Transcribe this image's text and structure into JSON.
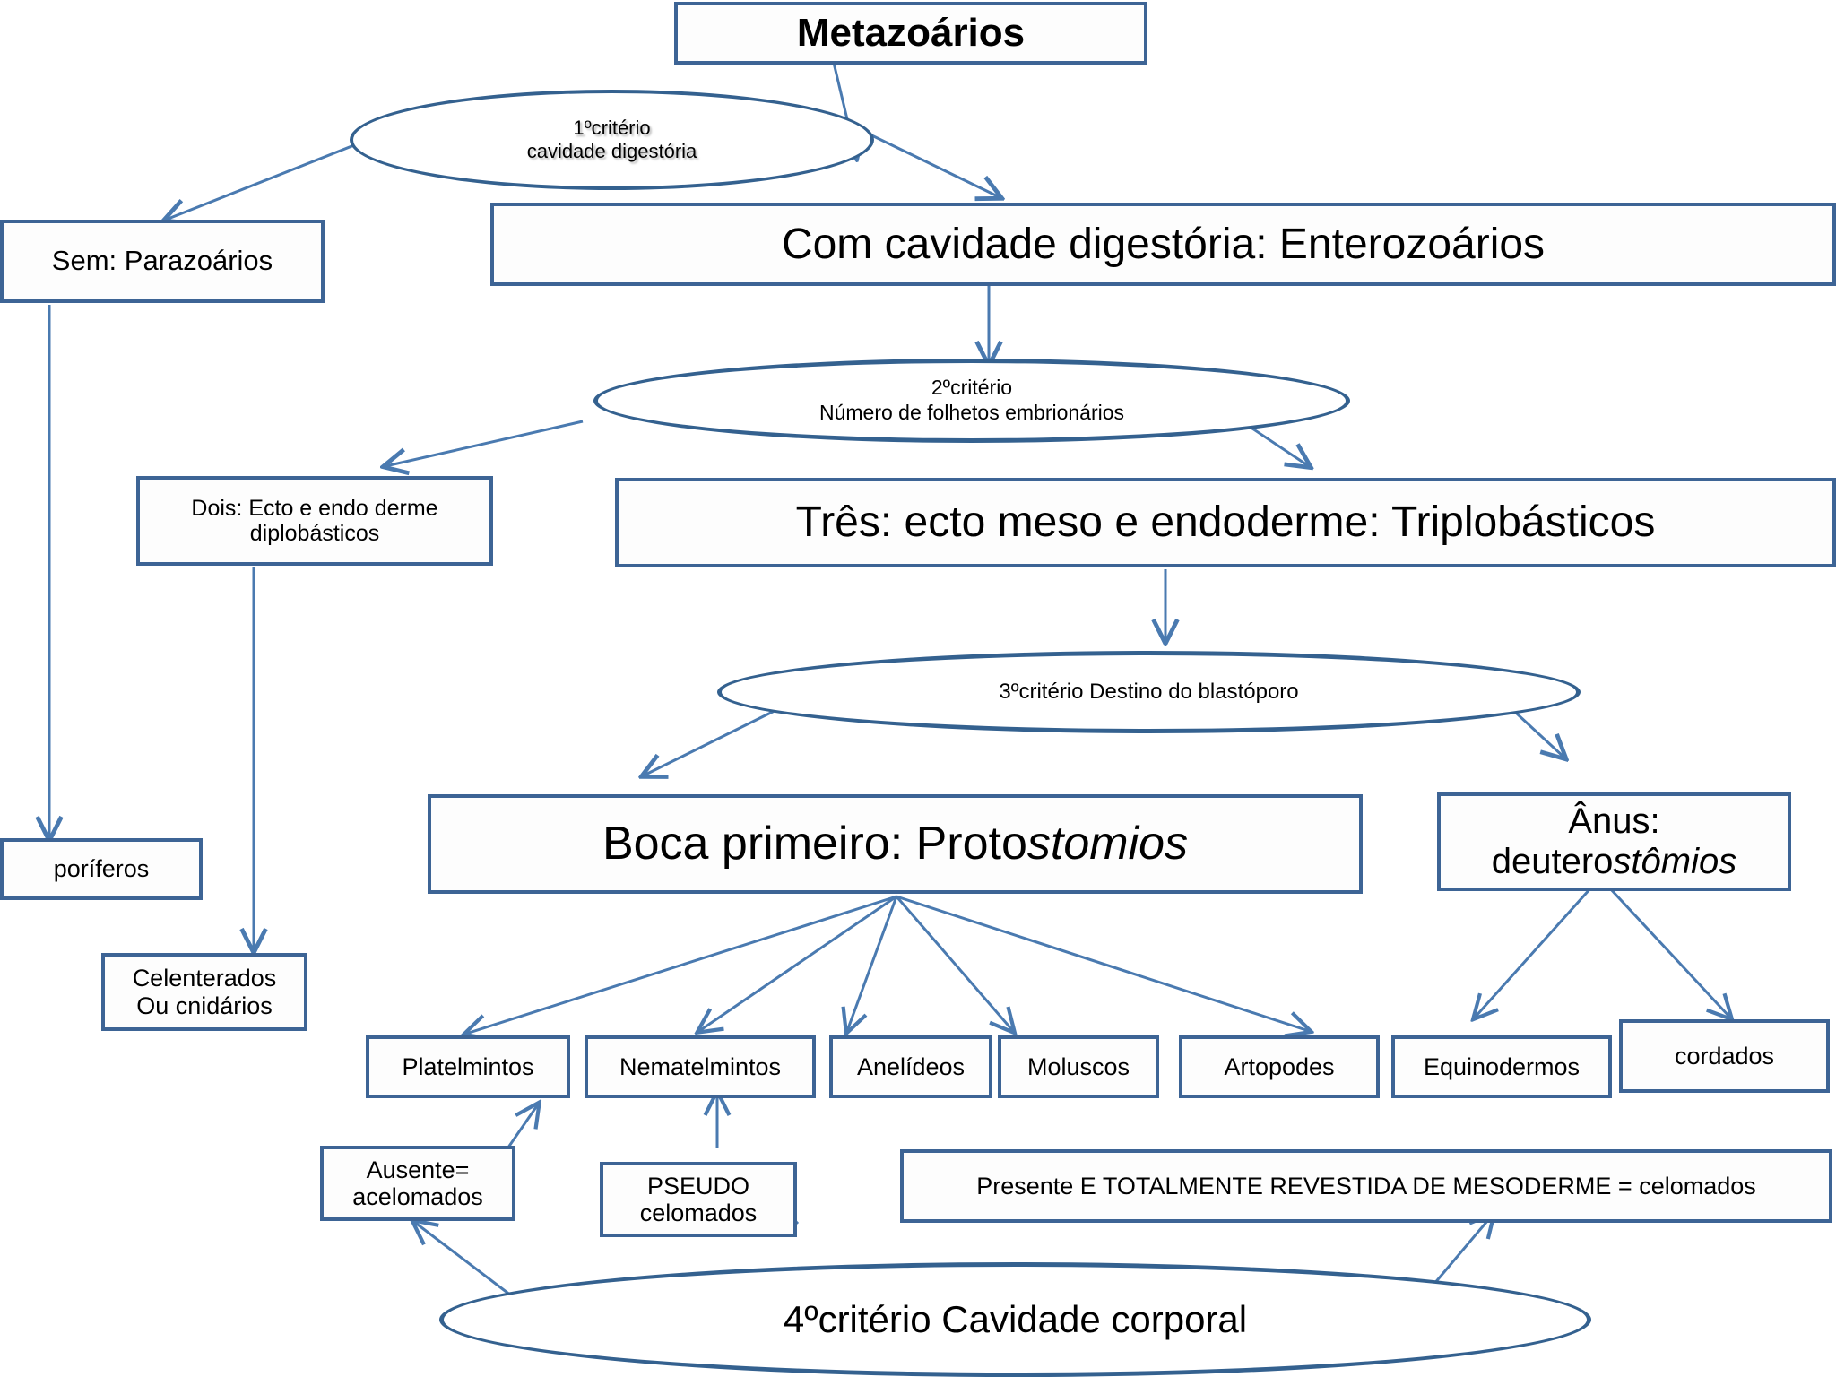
{
  "diagram": {
    "title": "Metazoários",
    "language": "pt-BR",
    "accent_color": "#3d6495",
    "ellipse_color": "#34618f",
    "background": "#ffffff",
    "text_color": "#000000"
  },
  "nodes": {
    "metazoarios": "Metazoários",
    "criterio1_line1": "1ºcritério",
    "criterio1_line2": "cavidade digestória",
    "sem_parazoarios": "Sem: Parazoários",
    "com_cavidade": "Com cavidade digestória: Enterozoários",
    "criterio2_line1": "2ºcritério",
    "criterio2_line2": "Número de folhetos embrionários",
    "dois_line1": "Dois: Ecto e endo derme",
    "dois_line2": "diplobásticos",
    "tres": "Três: ecto meso e endoderme: Triplobásticos",
    "criterio3": "3ºcritério    Destino do blastóporo",
    "poriferos": "poríferos",
    "celenterados_line1": "Celenterados",
    "celenterados_line2": "Ou cnidários",
    "boca_prefix": "Boca primeiro:  Proto",
    "boca_italic": "stomios",
    "anus_line1": "Ânus:",
    "anus_prefix": "deutero",
    "anus_italic": "stômios",
    "platelmintos": "Platelmintos",
    "nematelmintos": "Nematelmintos",
    "anelideos": "Anelídeos",
    "moluscos": "Moluscos",
    "artopodes": "Artopodes",
    "equinodermos": "Equinodermos",
    "cordados": "cordados",
    "ausente_line1": "Ausente=",
    "ausente_line2": "acelomados",
    "pseudo_line1": "PSEUDO",
    "pseudo_line2": "celomados",
    "presente": "Presente E TOTALMENTE REVESTIDA DE MESODERME = celomados",
    "criterio4": "4ºcritério Cavidade corporal"
  }
}
